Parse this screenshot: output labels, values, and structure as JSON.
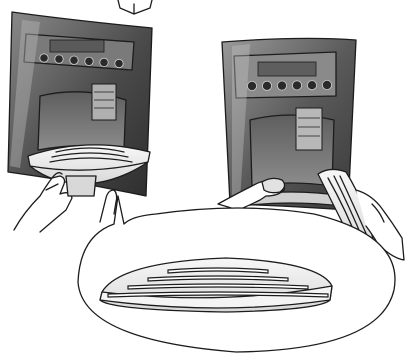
{
  "illustration": {
    "subject": "refrigerator-dispenser-drip-tray-removal",
    "colors": {
      "panel_dark": "#3d3d3d",
      "panel_mid": "#6a6a6a",
      "panel_light": "#9a9a9a",
      "line": "#1c1c1c",
      "background": "#ffffff",
      "tray_fill": "#ededed"
    },
    "left_panel": {
      "control_buttons": 6
    },
    "right_panel": {
      "control_buttons": 6
    },
    "magnified_tray": {
      "grille_slots": 4
    }
  }
}
